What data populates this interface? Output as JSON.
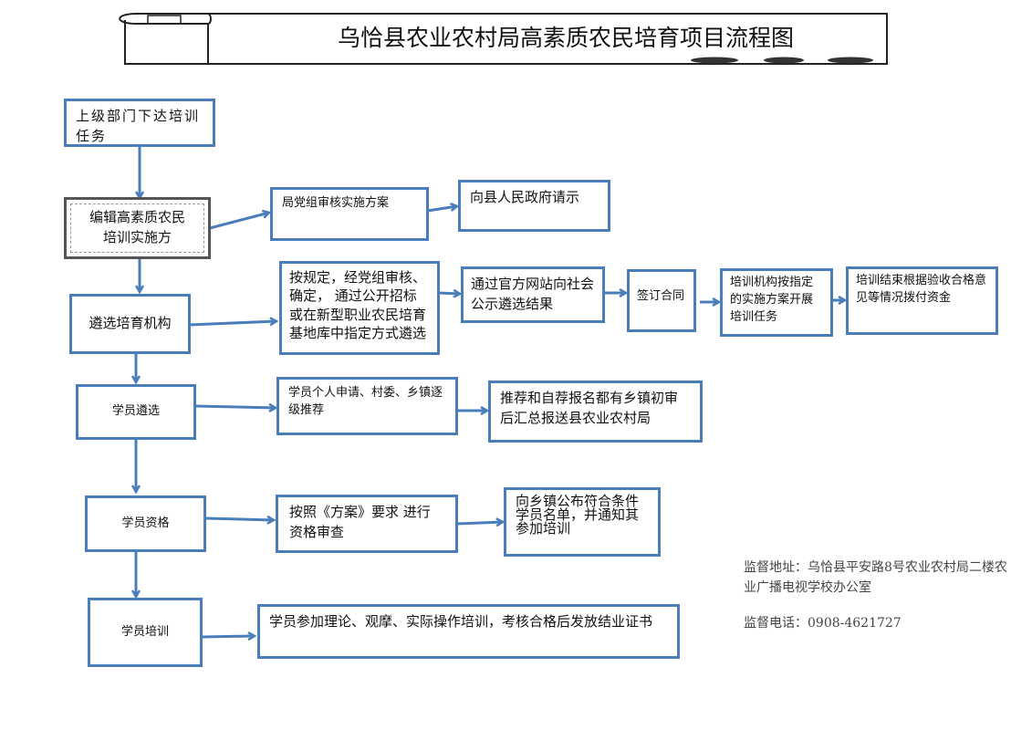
{
  "title": "乌恰县农业农村局高素质农民培育项目流程图",
  "colors": {
    "box_border": "#4a7ebb",
    "arrow": "#4a7ebb"
  },
  "boxes": {
    "task": "上级部门下达培训任务",
    "plan": "编辑高素质农民培训实施方",
    "party_review": "局党组审核实施方案",
    "gov_request": "向县人民政府请示",
    "select_org": "遴选培育机构",
    "select_method": "按规定，经党组审核、确定， 通过公开招标或在新型职业农民培育基地库中指定方式遴选",
    "publicize": "通过官方网站向社会公示遴选结果",
    "contract": "签订合同",
    "org_training": "培训机构按指定的实施方案开展培训任务",
    "payment": "培训结束根据验收合格意见等情况拨付资金",
    "select_student": "学员遴选",
    "apply": "学员个人申请、村委、乡镇逐级推荐",
    "township_review": "推荐和自荐报名都有乡镇初审后汇总报送县农业农村局",
    "qualification": "学员资格",
    "qual_check": "按照《方案》要求 进行 资格审查",
    "notify": "向乡镇公布符合条件学员名单，并通知其参加培训",
    "student_training": "学员培训",
    "training_detail": "学员参加理论、观摩、实际操作培训，考核合格后发放结业证书"
  },
  "supervision": {
    "address": "监督地址：乌恰县平安路8号农业农村局二楼农业广播电视学校办公室",
    "phone": "监督电话：0908-4621727"
  }
}
